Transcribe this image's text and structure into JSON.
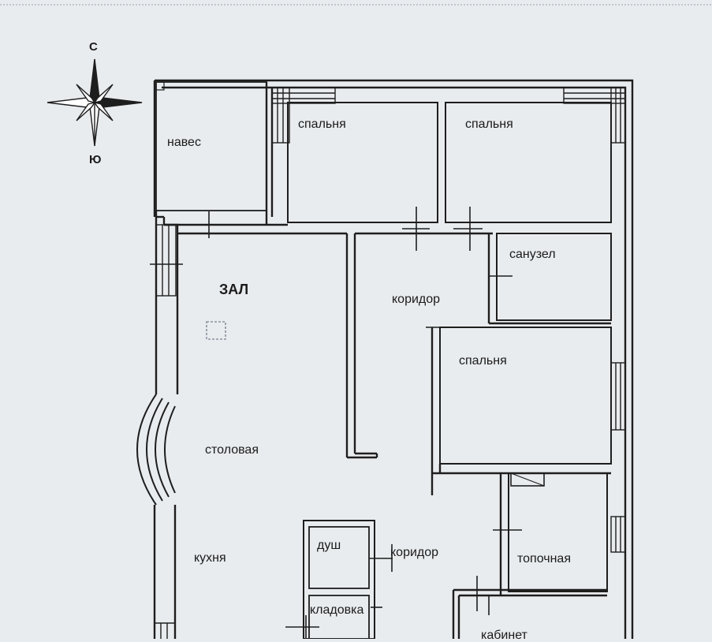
{
  "compass": {
    "north": "С",
    "south": "Ю"
  },
  "rooms": {
    "canopy": "навес",
    "bedroom_1": "спальня",
    "bedroom_2": "спальня",
    "bathroom": "санузел",
    "hall": "ЗАЛ",
    "corridor_1": "коридор",
    "bedroom_3": "спальня",
    "dining": "столовая",
    "kitchen": "кухня",
    "shower": "душ",
    "corridor_2": "коридор",
    "boiler_room": "топочная",
    "pantry": "кладовка",
    "office": "кабинет"
  },
  "colors": {
    "line": "#1e1e1e",
    "paper": "#e9ecef",
    "fill": "#eef0f3"
  }
}
